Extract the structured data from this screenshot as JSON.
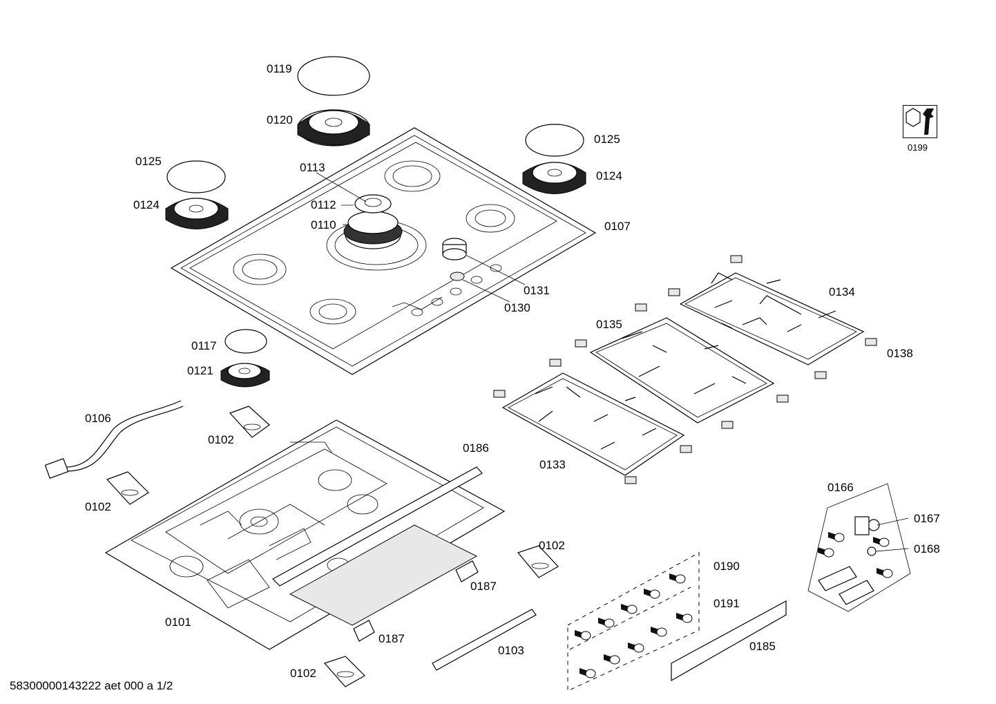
{
  "footer_code": "58300000143222 aet 000 a 1/2",
  "tool_icon": {
    "label": "0199",
    "icon": "wrench-icon"
  },
  "labels": {
    "p0101": "0101",
    "p0102": "0102",
    "p0103": "0103",
    "p0106": "0106",
    "p0107": "0107",
    "p0110": "0110",
    "p0112": "0112",
    "p0113": "0113",
    "p0117": "0117",
    "p0119": "0119",
    "p0120": "0120",
    "p0121": "0121",
    "p0124": "0124",
    "p0125": "0125",
    "p0130": "0130",
    "p0131": "0131",
    "p0133": "0133",
    "p0134": "0134",
    "p0135": "0135",
    "p0138": "0138",
    "p0166": "0166",
    "p0167": "0167",
    "p0168": "0168",
    "p0185": "0185",
    "p0186": "0186",
    "p0187": "0187",
    "p0190": "0190",
    "p0191": "0191"
  }
}
